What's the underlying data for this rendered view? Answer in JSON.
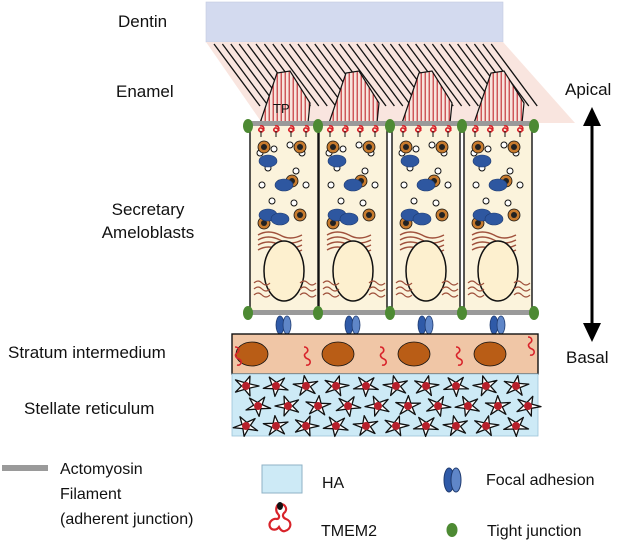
{
  "labels": {
    "dentin": "Dentin",
    "enamel": "Enamel",
    "tp": "TP",
    "secretary": "Secretary",
    "ameloblasts": "Ameloblasts",
    "stratum": "Stratum intermedium",
    "stellate": "Stellate reticulum",
    "apical": "Apical",
    "basal": "Basal"
  },
  "legend": {
    "actomyosin": [
      "Actomyosin",
      "Filament",
      "(adherent junction)"
    ],
    "ha": "HA",
    "tmem2": "TMEM2",
    "focal": "Focal adhesion",
    "tight": "Tight junction"
  },
  "colors": {
    "dentin": "#d3daef",
    "enamel_bg": "#f8e3dc",
    "enamel_stripe": "#c0262d",
    "cell_fill": "#fbf3dc",
    "nucleus_fill": "#fdf0cf",
    "golgi": "#a0523d",
    "vesicle_blue": "#2e57a0",
    "mito": "#c77b2e",
    "stratum_fill": "#f0c6a6",
    "stratum_nucleus": "#b95d16",
    "stellate_fill": "#cdeaf6",
    "stellate_nucleus": "#b7202b",
    "tmem2": "#d8232a",
    "tight": "#4d8a33",
    "focal": "#2f5aa8",
    "actomyosin": "#9a9a9a"
  }
}
